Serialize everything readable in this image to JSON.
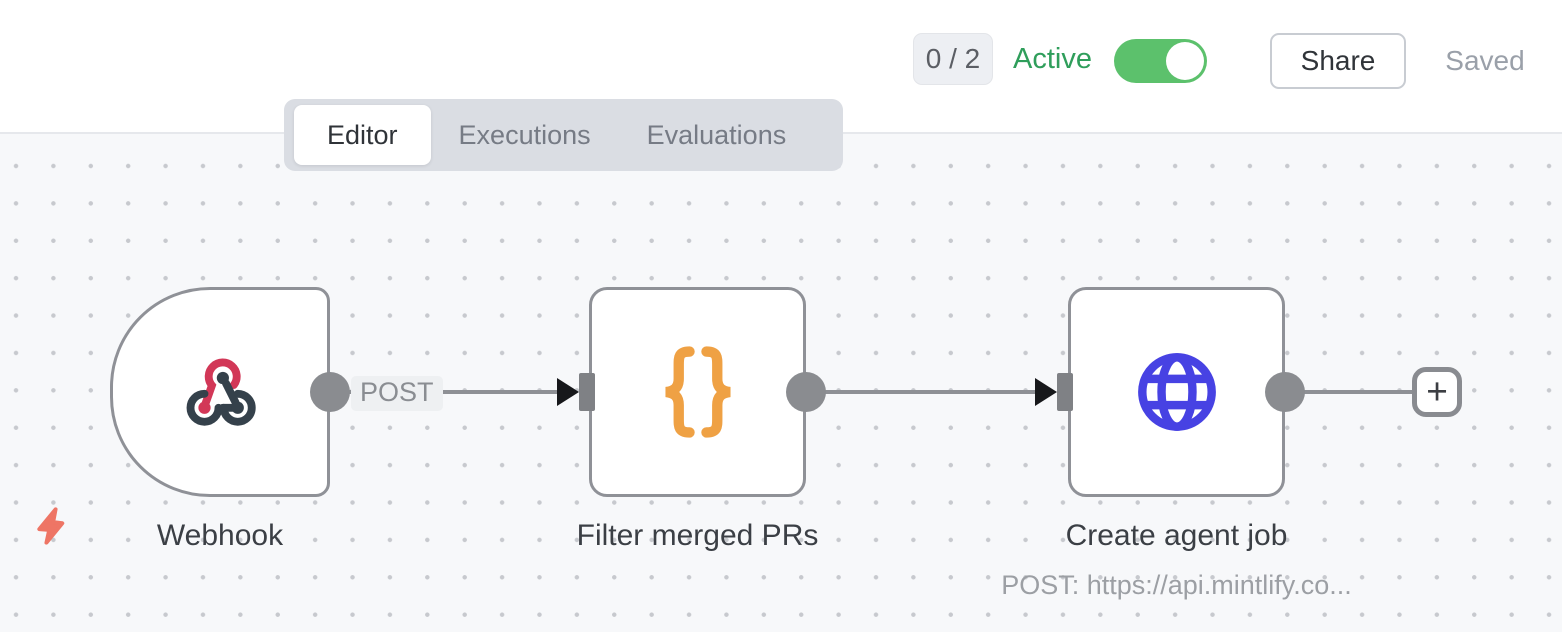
{
  "header": {
    "issues_counter": "0 / 2",
    "active_label": "Active",
    "toggle_state": "on",
    "share_label": "Share",
    "save_status": "Saved"
  },
  "tabs": {
    "items": [
      {
        "label": "Editor",
        "active": true
      },
      {
        "label": "Executions",
        "active": false
      },
      {
        "label": "Evaluations",
        "active": false
      }
    ]
  },
  "workflow": {
    "nodes": [
      {
        "id": "webhook",
        "label": "Webhook",
        "type": "webhook-trigger",
        "icon": "webhook-icon"
      },
      {
        "id": "filter",
        "label": "Filter merged PRs",
        "type": "code",
        "icon": "curly-braces-icon"
      },
      {
        "id": "http",
        "label": "Create agent job",
        "type": "http-request",
        "icon": "globe-icon",
        "subtitle": "POST: https://api.mintlify.co..."
      }
    ],
    "connections": [
      {
        "from": "Webhook",
        "to": "Filter merged PRs",
        "label": "POST"
      },
      {
        "from": "Filter merged PRs",
        "to": "Create agent job",
        "label": ""
      }
    ],
    "add_node_label": "+"
  },
  "colors": {
    "active_green": "#2f9e5b",
    "toggle_green": "#5cc16c",
    "webhook_crimson": "#d23757",
    "webhook_slate": "#35414b",
    "code_orange": "#efa144",
    "http_blue": "#4742e3",
    "bolt_coral": "#ee7565",
    "node_border": "#8f9197",
    "canvas_bg": "#f7f8fa"
  }
}
